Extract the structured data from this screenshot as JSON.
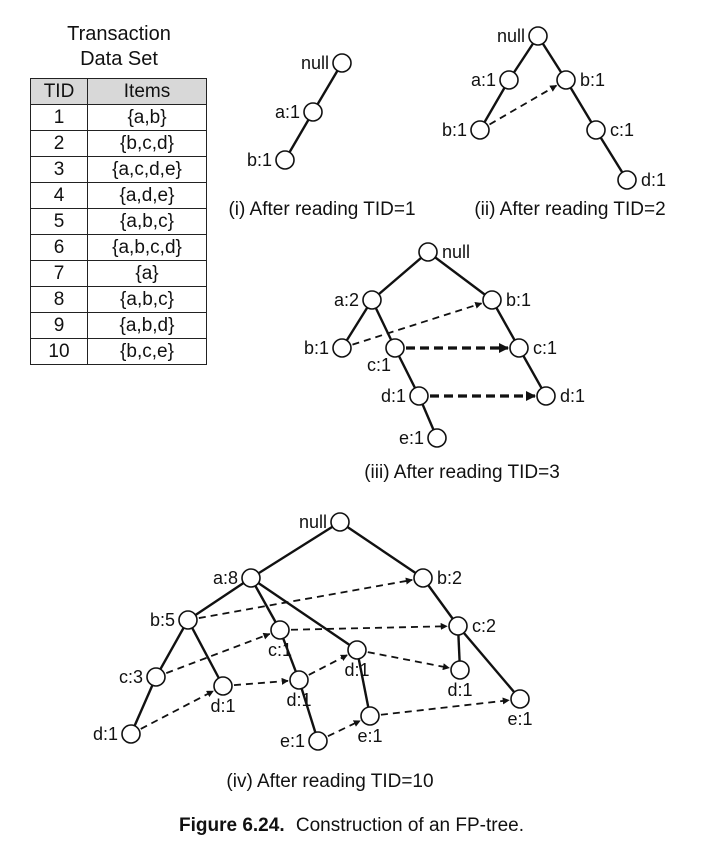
{
  "table": {
    "title_line1": "Transaction",
    "title_line2": "Data Set",
    "headers": [
      "TID",
      "Items"
    ],
    "rows": [
      [
        "1",
        "{a,b}"
      ],
      [
        "2",
        "{b,c,d}"
      ],
      [
        "3",
        "{a,c,d,e}"
      ],
      [
        "4",
        "{a,d,e}"
      ],
      [
        "5",
        "{a,b,c}"
      ],
      [
        "6",
        "{a,b,c,d}"
      ],
      [
        "7",
        "{a}"
      ],
      [
        "8",
        "{a,b,c}"
      ],
      [
        "9",
        "{a,b,d}"
      ],
      [
        "10",
        "{b,c,e}"
      ]
    ]
  },
  "diagrams": [
    {
      "caption": "(i) After reading TID=1",
      "nodes": [
        {
          "id": "null",
          "label": "null"
        },
        {
          "id": "a",
          "label": "a:1"
        },
        {
          "id": "b",
          "label": "b:1"
        }
      ],
      "edges": [
        [
          "null",
          "a"
        ],
        [
          "a",
          "b"
        ]
      ],
      "links": []
    },
    {
      "caption": "(ii) After reading TID=2",
      "nodes": [
        {
          "id": "null",
          "label": "null"
        },
        {
          "id": "a",
          "label": "a:1"
        },
        {
          "id": "ab",
          "label": "b:1"
        },
        {
          "id": "b",
          "label": "b:1"
        },
        {
          "id": "c",
          "label": "c:1"
        },
        {
          "id": "d",
          "label": "d:1"
        }
      ],
      "edges": [
        [
          "null",
          "a"
        ],
        [
          "a",
          "ab"
        ],
        [
          "null",
          "b"
        ],
        [
          "b",
          "c"
        ],
        [
          "c",
          "d"
        ]
      ],
      "links": [
        [
          "ab",
          "b",
          "thin"
        ]
      ]
    },
    {
      "caption": "(iii) After reading TID=3",
      "nodes": [
        {
          "id": "null",
          "label": "null"
        },
        {
          "id": "a",
          "label": "a:2"
        },
        {
          "id": "ab",
          "label": "b:1"
        },
        {
          "id": "ac",
          "label": "c:1"
        },
        {
          "id": "acd",
          "label": "d:1"
        },
        {
          "id": "acde",
          "label": "e:1"
        },
        {
          "id": "b",
          "label": "b:1"
        },
        {
          "id": "bc",
          "label": "c:1"
        },
        {
          "id": "bcd",
          "label": "d:1"
        }
      ],
      "edges": [
        [
          "null",
          "a"
        ],
        [
          "a",
          "ab"
        ],
        [
          "a",
          "ac"
        ],
        [
          "ac",
          "acd"
        ],
        [
          "acd",
          "acde"
        ],
        [
          "null",
          "b"
        ],
        [
          "b",
          "bc"
        ],
        [
          "bc",
          "bcd"
        ]
      ],
      "links": [
        [
          "ab",
          "b",
          "thin"
        ],
        [
          "ac",
          "bc",
          "thick"
        ],
        [
          "acd",
          "bcd",
          "thick"
        ]
      ]
    },
    {
      "caption": "(iv) After reading TID=10",
      "nodes": [
        {
          "id": "null",
          "label": "null"
        },
        {
          "id": "a",
          "label": "a:8"
        },
        {
          "id": "b",
          "label": "b:2"
        },
        {
          "id": "ab",
          "label": "b:5"
        },
        {
          "id": "abc",
          "label": "c:3"
        },
        {
          "id": "abcd",
          "label": "d:1"
        },
        {
          "id": "abd",
          "label": "d:1"
        },
        {
          "id": "ac",
          "label": "c:1"
        },
        {
          "id": "acd",
          "label": "d:1"
        },
        {
          "id": "acde",
          "label": "e:1"
        },
        {
          "id": "ad",
          "label": "d:1"
        },
        {
          "id": "ade",
          "label": "e:1"
        },
        {
          "id": "bc",
          "label": "c:2"
        },
        {
          "id": "bcd",
          "label": "d:1"
        },
        {
          "id": "bce",
          "label": "e:1"
        }
      ],
      "edges": [
        [
          "null",
          "a"
        ],
        [
          "null",
          "b"
        ],
        [
          "a",
          "ab"
        ],
        [
          "a",
          "ac"
        ],
        [
          "a",
          "ad"
        ],
        [
          "ab",
          "abc"
        ],
        [
          "ab",
          "abd"
        ],
        [
          "abc",
          "abcd"
        ],
        [
          "ac",
          "acd"
        ],
        [
          "acd",
          "acde"
        ],
        [
          "ad",
          "ade"
        ],
        [
          "b",
          "bc"
        ],
        [
          "bc",
          "bcd"
        ],
        [
          "bc",
          "bce"
        ]
      ],
      "links": [
        [
          "ab",
          "b",
          "thin"
        ],
        [
          "abc",
          "ac",
          "thin"
        ],
        [
          "ac",
          "bc",
          "thin"
        ],
        [
          "abcd",
          "abd",
          "thin"
        ],
        [
          "abd",
          "acd",
          "thin"
        ],
        [
          "acd",
          "ad",
          "thin"
        ],
        [
          "ad",
          "bcd",
          "thin"
        ],
        [
          "acde",
          "ade",
          "thin"
        ],
        [
          "ade",
          "bce",
          "thin"
        ]
      ]
    }
  ],
  "figure": {
    "number": "Figure 6.24.",
    "title": "Construction of an FP-tree."
  }
}
